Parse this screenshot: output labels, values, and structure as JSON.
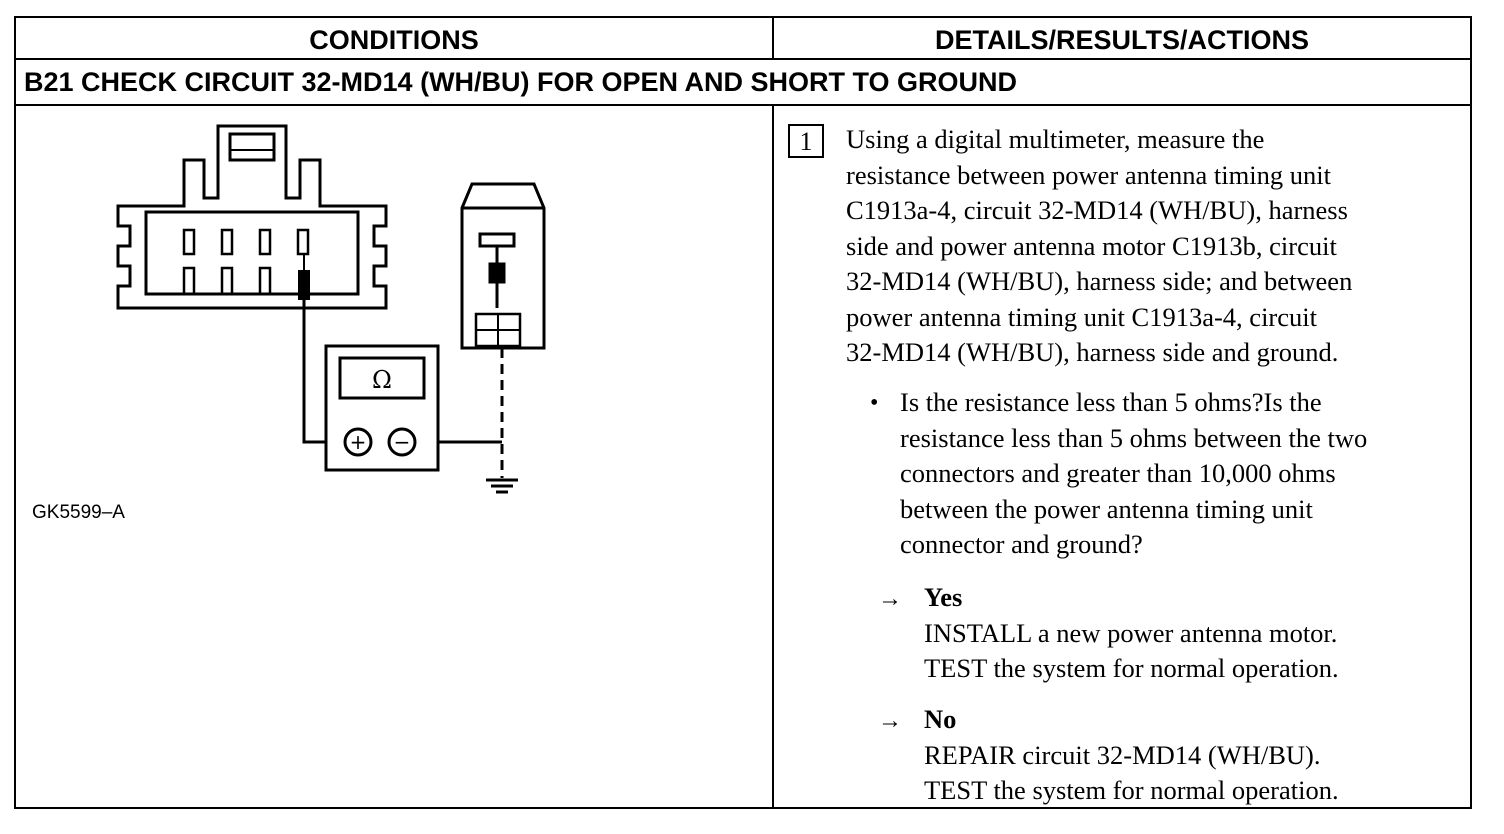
{
  "header": {
    "conditions": "CONDITIONS",
    "details": "DETAILS/RESULTS/ACTIONS"
  },
  "test_title": "B21 CHECK CIRCUIT 32-MD14 (WH/BU) FOR OPEN AND SHORT TO GROUND",
  "figure": {
    "label": "GK5599–A",
    "meter_symbol": "Ω",
    "plus_symbol": "+",
    "minus_symbol": "−",
    "icons": [
      "connector-icon",
      "multimeter-icon",
      "motor-connector-icon",
      "ground-icon"
    ]
  },
  "step": {
    "number": "1",
    "lines": [
      "Using a digital multimeter, measure the",
      "resistance between power antenna timing unit",
      "C1913a-4, circuit 32-MD14 (WH/BU), harness",
      "side and power antenna motor C1913b, circuit",
      "32-MD14 (WH/BU), harness side; and between",
      "power antenna timing unit C1913a-4, circuit",
      "32-MD14 (WH/BU), harness side and ground."
    ],
    "bullet_symbol": "•",
    "question_lines": [
      "Is the resistance less than 5 ohms?Is the",
      "resistance less than 5 ohms between the two",
      "connectors and greater than 10,000 ohms",
      "between the power antenna timing unit",
      "connector and ground?"
    ],
    "arrow_symbol": "→",
    "yes": {
      "label": "Yes",
      "lines": [
        "INSTALL a new power antenna motor.",
        "TEST the system for normal operation."
      ]
    },
    "no": {
      "label": "No",
      "lines": [
        "REPAIR circuit 32-MD14 (WH/BU).",
        "TEST the system for normal operation."
      ]
    }
  }
}
